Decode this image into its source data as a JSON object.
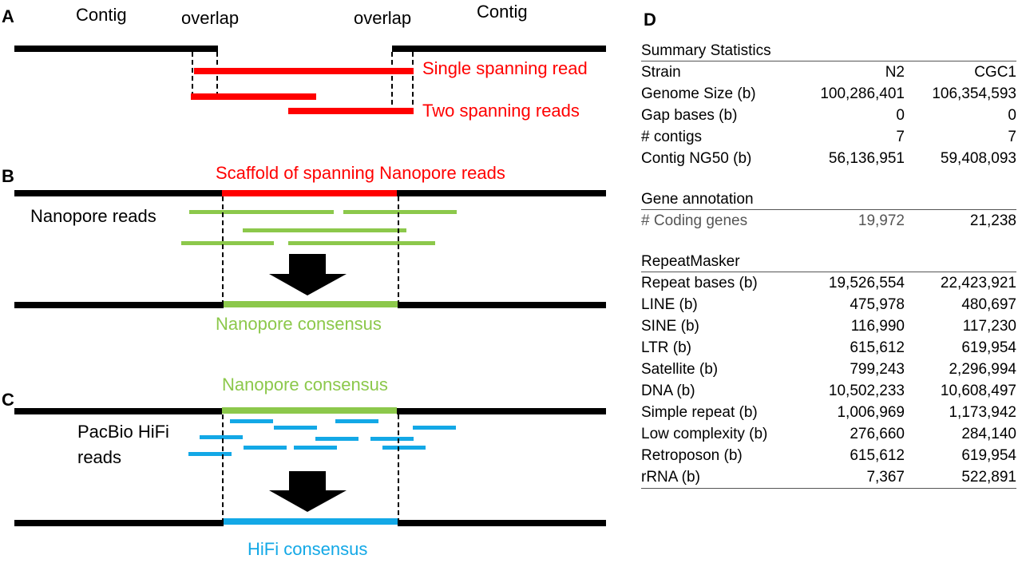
{
  "colors": {
    "contig": "#000000",
    "spanning_read": "#ff0000",
    "nanopore": "#8cc84b",
    "hifi": "#13a8e6",
    "text_dark": "#000000",
    "text_grey": "#555555"
  },
  "panel_a": {
    "letter": "A",
    "contig_left_label": "Contig",
    "contig_right_label": "Contig",
    "overlap_left_label": "overlap",
    "overlap_right_label": "overlap",
    "single_read_label": "Single spanning read",
    "two_reads_label": "Two spanning reads"
  },
  "panel_b": {
    "letter": "B",
    "scaffold_label": "Scaffold of spanning Nanopore reads",
    "reads_label": "Nanopore reads",
    "consensus_label": "Nanopore consensus"
  },
  "panel_c": {
    "letter": "C",
    "top_label": "Nanopore consensus",
    "reads_label_line1": "PacBio HiFi",
    "reads_label_line2": "reads",
    "consensus_label": "HiFi consensus"
  },
  "panel_d": {
    "letter": "D",
    "sections": [
      {
        "title": "Summary Statistics",
        "rows": [
          {
            "label": "Strain",
            "n2": "N2",
            "cgc1": "CGC1"
          },
          {
            "label": "Genome Size (b)",
            "n2": "100,286,401",
            "cgc1": "106,354,593"
          },
          {
            "label": "Gap bases (b)",
            "n2": "0",
            "cgc1": "0"
          },
          {
            "label": "# contigs",
            "n2": "7",
            "cgc1": "7"
          },
          {
            "label": "Contig NG50 (b)",
            "n2": "56,136,951",
            "cgc1": "59,408,093"
          }
        ]
      },
      {
        "title": "Gene annotation",
        "rows": [
          {
            "label": "# Coding genes",
            "n2": "19,972",
            "cgc1": "21,238"
          }
        ]
      },
      {
        "title": "RepeatMasker",
        "rows": [
          {
            "label": "Repeat bases (b)",
            "n2": "19,526,554",
            "cgc1": "22,423,921"
          },
          {
            "label": "LINE (b)",
            "n2": "475,978",
            "cgc1": "480,697"
          },
          {
            "label": "SINE (b)",
            "n2": "116,990",
            "cgc1": "117,230"
          },
          {
            "label": "LTR (b)",
            "n2": "615,612",
            "cgc1": "619,954"
          },
          {
            "label": "Satellite (b)",
            "n2": "799,243",
            "cgc1": "2,296,994"
          },
          {
            "label": "DNA (b)",
            "n2": "10,502,233",
            "cgc1": "10,608,497"
          },
          {
            "label": "Simple repeat (b)",
            "n2": "1,006,969",
            "cgc1": "1,173,942"
          },
          {
            "label": "Low complexity (b)",
            "n2": "276,660",
            "cgc1": "284,140"
          },
          {
            "label": "Retroposon (b)",
            "n2": "615,612",
            "cgc1": "619,954"
          },
          {
            "label": "rRNA (b)",
            "n2": "7,367",
            "cgc1": "522,891"
          }
        ]
      }
    ]
  }
}
